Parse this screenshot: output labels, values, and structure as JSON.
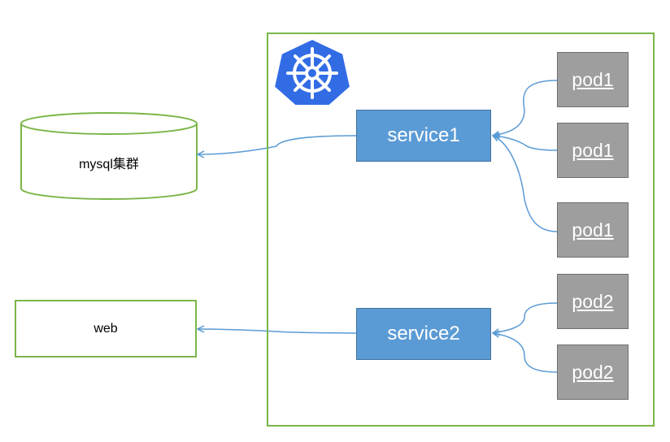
{
  "diagram": {
    "database": {
      "label": "mysql集群"
    },
    "web": {
      "label": "web"
    },
    "logo": {
      "icon": "kubernetes-helm-icon",
      "color": "#326ce5"
    },
    "services": [
      {
        "label": "service1"
      },
      {
        "label": "service2"
      }
    ],
    "pods": [
      {
        "label": "pod1"
      },
      {
        "label": "pod1"
      },
      {
        "label": "pod1"
      },
      {
        "label": "pod2"
      },
      {
        "label": "pod2"
      }
    ],
    "colors": {
      "container_border": "#7ab648",
      "service_fill": "#5b9bd5",
      "pod_fill": "#9e9e9e",
      "connector": "#5b9bd5"
    }
  }
}
